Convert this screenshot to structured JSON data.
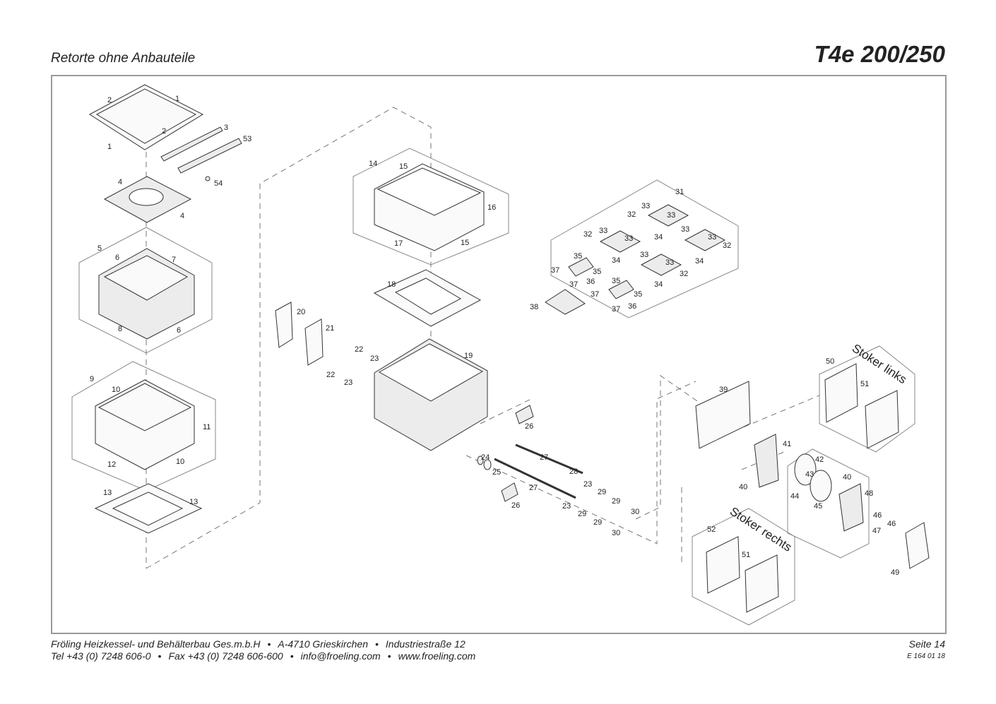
{
  "header": {
    "subtitle": "Retorte ohne Anbauteile",
    "model": "T4e 200/250"
  },
  "footer": {
    "company": "Fröling Heizkessel- und Behälterbau Ges.m.b.H",
    "city": "A-4710 Grieskirchen",
    "street": "Industriestraße 12",
    "tel": "Tel +43 (0) 7248 606-0",
    "fax": "Fax +43 (0) 7248 606-600",
    "email": "info@froeling.com",
    "web": "www.froeling.com",
    "page": "Seite 14",
    "doc_number": "E 164 01 18"
  },
  "labels": {
    "stoker_links": "Stoker links",
    "stoker_rechts": "Stoker rechts"
  },
  "callouts": [
    "2",
    "1",
    "2",
    "1",
    "3",
    "53",
    "54",
    "4",
    "4",
    "5",
    "6",
    "7",
    "8",
    "6",
    "9",
    "10",
    "11",
    "12",
    "10",
    "13",
    "13",
    "14",
    "15",
    "16",
    "17",
    "15",
    "18",
    "20",
    "21",
    "22",
    "23",
    "22",
    "23",
    "19",
    "26",
    "24",
    "25",
    "27",
    "28",
    "23",
    "27",
    "29",
    "29",
    "26",
    "23",
    "29",
    "30",
    "29",
    "30",
    "31",
    "32",
    "33",
    "33",
    "34",
    "32",
    "33",
    "33",
    "34",
    "33",
    "33",
    "34",
    "32",
    "33",
    "33",
    "34",
    "32",
    "35",
    "37",
    "35",
    "36",
    "37",
    "35",
    "37",
    "35",
    "36",
    "37",
    "38",
    "39",
    "40",
    "41",
    "42",
    "43",
    "44",
    "45",
    "40",
    "48",
    "46",
    "46",
    "47",
    "49",
    "50",
    "51",
    "51",
    "52"
  ]
}
